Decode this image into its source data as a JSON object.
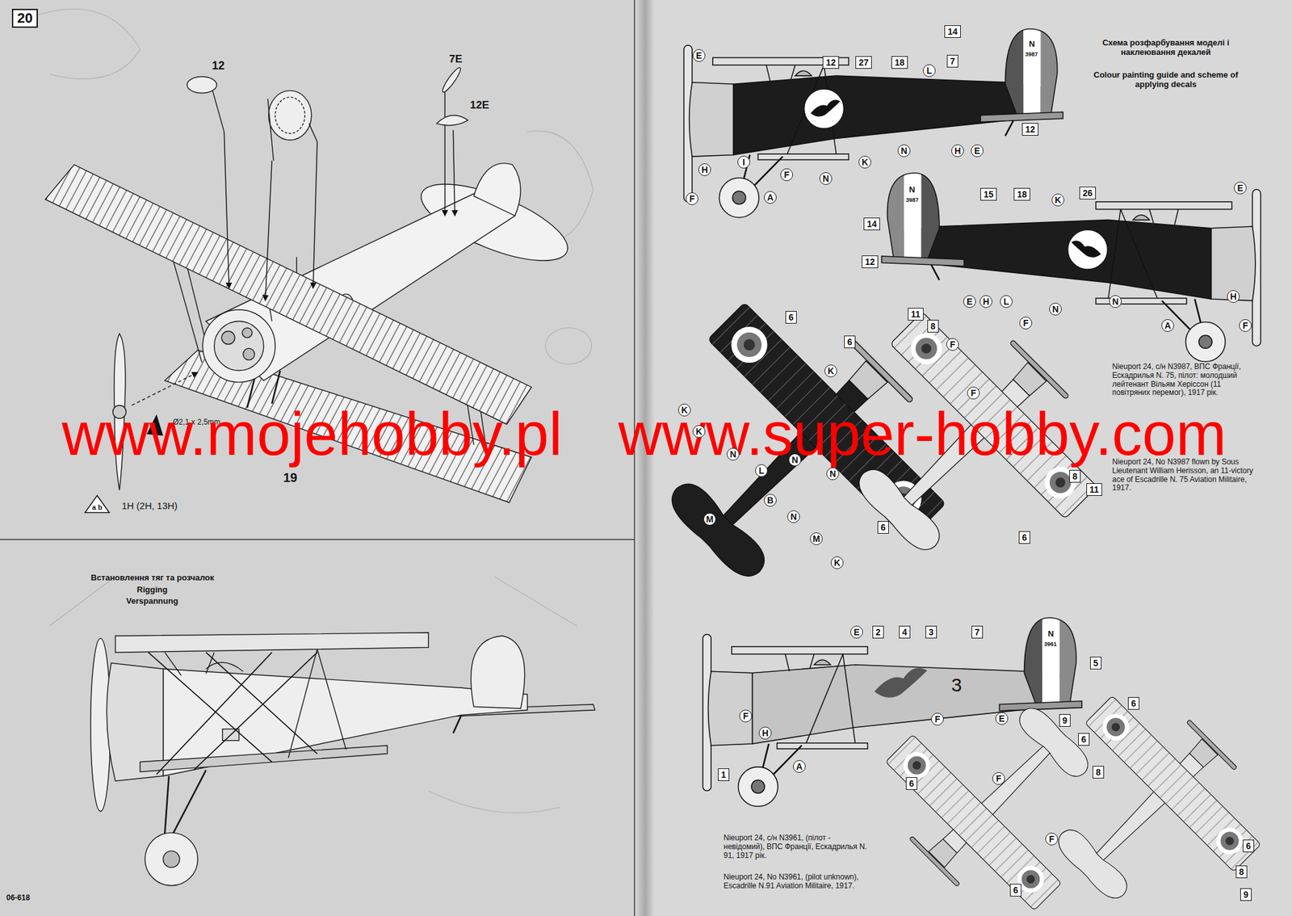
{
  "diagram": {
    "title": "Схема розфарбування моделі і наклеювання декалей",
    "nodes": [
      {
        "text": [
          "20"
        ]
      },
      {
        "text": [
          "a",
          "b"
        ]
      },
      {
        "text": [
          "E"
        ]
      },
      {
        "text": [
          "12"
        ]
      },
      {
        "text": [
          "27"
        ]
      },
      {
        "text": [
          "18"
        ]
      },
      {
        "text": [
          "L"
        ]
      },
      {
        "text": [
          "7"
        ]
      },
      {
        "text": [
          "14"
        ]
      },
      {
        "text": [
          "12"
        ]
      },
      {
        "text": [
          "H"
        ]
      },
      {
        "text": [
          "I"
        ]
      },
      {
        "text": [
          "F"
        ]
      },
      {
        "text": [
          "K"
        ]
      },
      {
        "text": [
          "N"
        ]
      },
      {
        "text": [
          "N"
        ]
      },
      {
        "text": [
          "H"
        ]
      },
      {
        "text": [
          "E"
        ]
      },
      {
        "text": [
          "F"
        ]
      },
      {
        "text": [
          "A"
        ]
      },
      {
        "text": [
          "14"
        ]
      },
      {
        "text": [
          "15"
        ]
      },
      {
        "text": [
          "18"
        ]
      },
      {
        "text": [
          "K"
        ]
      },
      {
        "text": [
          "26"
        ]
      },
      {
        "text": [
          "E"
        ]
      },
      {
        "text": [
          "12"
        ]
      },
      {
        "text": [
          "E"
        ]
      },
      {
        "text": [
          "H"
        ]
      },
      {
        "text": [
          "L"
        ]
      },
      {
        "text": [
          "N"
        ]
      },
      {
        "text": [
          "N"
        ]
      },
      {
        "text": [
          "H"
        ]
      },
      {
        "text": [
          "A"
        ]
      },
      {
        "text": [
          "F"
        ]
      },
      {
        "text": [
          "6"
        ]
      },
      {
        "text": [
          "K"
        ]
      },
      {
        "text": [
          "6"
        ]
      },
      {
        "text": [
          "11"
        ]
      },
      {
        "text": [
          "8"
        ]
      },
      {
        "text": [
          "F"
        ]
      },
      {
        "text": [
          "F"
        ]
      },
      {
        "text": [
          "F"
        ]
      },
      {
        "text": [
          "K"
        ]
      },
      {
        "text": [
          "K"
        ]
      },
      {
        "text": [
          "N"
        ]
      },
      {
        "text": [
          "L"
        ]
      },
      {
        "text": [
          "N"
        ]
      },
      {
        "text": [
          "N"
        ]
      },
      {
        "text": [
          "M"
        ]
      },
      {
        "text": [
          "B"
        ]
      },
      {
        "text": [
          "N"
        ]
      },
      {
        "text": [
          "M"
        ]
      },
      {
        "text": [
          "K"
        ]
      },
      {
        "text": [
          "6"
        ]
      },
      {
        "text": [
          "8"
        ]
      },
      {
        "text": [
          "11"
        ]
      },
      {
        "text": [
          "6"
        ]
      },
      {
        "text": [
          "E"
        ]
      },
      {
        "text": [
          "2"
        ]
      },
      {
        "text": [
          "4"
        ]
      },
      {
        "text": [
          "3"
        ]
      },
      {
        "text": [
          "7"
        ]
      },
      {
        "text": [
          "5"
        ]
      },
      {
        "text": [
          "F"
        ]
      },
      {
        "text": [
          "E"
        ]
      },
      {
        "text": [
          "F"
        ]
      },
      {
        "text": [
          "H"
        ]
      },
      {
        "text": [
          "1"
        ]
      },
      {
        "text": [
          "A"
        ]
      },
      {
        "text": [
          "F"
        ]
      },
      {
        "text": [
          "9"
        ]
      },
      {
        "text": [
          "6"
        ]
      },
      {
        "text": [
          "6"
        ]
      },
      {
        "text": [
          "6"
        ]
      },
      {
        "text": [
          "8"
        ]
      },
      {
        "text": [
          "6"
        ]
      },
      {
        "text": [
          "8"
        ]
      },
      {
        "text": [
          "9"
        ]
      },
      {
        "text": [
          "6"
        ]
      },
      {
        "text": [
          "F"
        ]
      }
    ],
    "labels": [
      "12",
      "7E",
      "12E",
      "Ø2,1 x 2,5mm",
      "19",
      "1H (2H, 13H)",
      "Встановлення тяг та розчалок",
      "Rigging",
      "Verspannung",
      "06-618",
      "Colour painting guide and scheme of applying decals",
      "N",
      "3987",
      "N",
      "3987",
      "N",
      "3961",
      "3",
      "Nieuport 24, с/н N3987, ВПС Франції, Ескадрилья N. 75, пілот: молодший лейтенант Вільям Херіссон (11 повітряних перемог), 1917 рік.",
      "Nieuport 24, No N3987 flown by Sous Lieutenant William Herisson, an 11-victory ace of Escadrille N. 75 Aviation Militaire, 1917.",
      "Nieuport 24, с/н N3961, (пілот - невідомий), ВПС Франції, Ескадрилья N. 91, 1917 рік.",
      "Nieuport 24, No N3961, (pilot unknown), Escadrille N.91 Aviation Militaire, 1917.",
      "www.mojehobby.pl",
      "www.super-hobby.com"
    ]
  }
}
